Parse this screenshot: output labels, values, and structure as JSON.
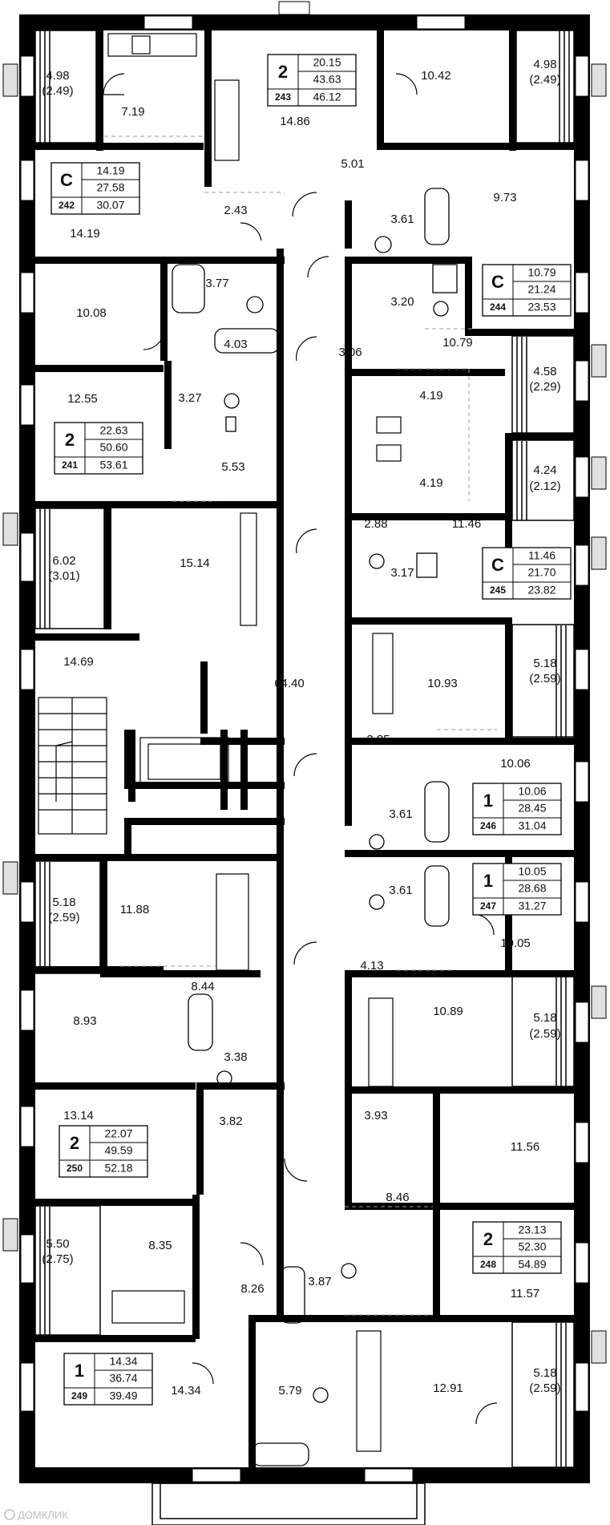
{
  "rooms": [
    {
      "label": "4.98"
    },
    {
      "label": "(2.49)"
    },
    {
      "label": "7.19"
    },
    {
      "label": "14.86"
    },
    {
      "label": "10.42"
    },
    {
      "label": "4.98"
    },
    {
      "label": "(2.49)"
    },
    {
      "label": "5.01"
    },
    {
      "label": "14.19"
    },
    {
      "label": "2.43"
    },
    {
      "label": "3.61"
    },
    {
      "label": "9.73"
    },
    {
      "label": "3.77"
    },
    {
      "label": "10.08"
    },
    {
      "label": "3.20"
    },
    {
      "label": "3.06"
    },
    {
      "label": "10.79"
    },
    {
      "label": "4.03"
    },
    {
      "label": "12.55"
    },
    {
      "label": "3.27"
    },
    {
      "label": "4.58"
    },
    {
      "label": "(2.29)"
    },
    {
      "label": "4.19"
    },
    {
      "label": "4.19"
    },
    {
      "label": "4.24"
    },
    {
      "label": "(2.12)"
    },
    {
      "label": "5.53"
    },
    {
      "label": "6.02"
    },
    {
      "label": "(3.01)"
    },
    {
      "label": "15.14"
    },
    {
      "label": "2.88"
    },
    {
      "label": "11.46"
    },
    {
      "label": "3.17"
    },
    {
      "label": "14.69"
    },
    {
      "label": "64.40"
    },
    {
      "label": "10.93"
    },
    {
      "label": "5.18"
    },
    {
      "label": "(2.59)"
    },
    {
      "label": "3.85"
    },
    {
      "label": "10.06"
    },
    {
      "label": "3.61"
    },
    {
      "label": "5.18"
    },
    {
      "label": "(2.59)"
    },
    {
      "label": "11.88"
    },
    {
      "label": "3.61"
    },
    {
      "label": "10.05"
    },
    {
      "label": "8.44"
    },
    {
      "label": "4.13"
    },
    {
      "label": "8.93"
    },
    {
      "label": "3.38"
    },
    {
      "label": "10.89"
    },
    {
      "label": "5.18"
    },
    {
      "label": "(2.59)"
    },
    {
      "label": "13.14"
    },
    {
      "label": "3.82"
    },
    {
      "label": "3.93"
    },
    {
      "label": "11.56"
    },
    {
      "label": "5.50"
    },
    {
      "label": "(2.75)"
    },
    {
      "label": "8.35"
    },
    {
      "label": "8.46"
    },
    {
      "label": "8.26"
    },
    {
      "label": "3.87"
    },
    {
      "label": "11.57"
    },
    {
      "label": "14.34"
    },
    {
      "label": "5.79"
    },
    {
      "label": "12.91"
    },
    {
      "label": "5.18"
    },
    {
      "label": "(2.59)"
    }
  ],
  "badges": [
    {
      "type": "2",
      "number": "243",
      "a1": "20.15",
      "a2": "43.63",
      "a3": "46.12"
    },
    {
      "type": "С",
      "number": "242",
      "a1": "14.19",
      "a2": "27.58",
      "a3": "30.07"
    },
    {
      "type": "С",
      "number": "244",
      "a1": "10.79",
      "a2": "21.24",
      "a3": "23.53"
    },
    {
      "type": "2",
      "number": "241",
      "a1": "22.63",
      "a2": "50.60",
      "a3": "53.61"
    },
    {
      "type": "С",
      "number": "245",
      "a1": "11.46",
      "a2": "21.70",
      "a3": "23.82"
    },
    {
      "type": "1",
      "number": "246",
      "a1": "10.06",
      "a2": "28.45",
      "a3": "31.04"
    },
    {
      "type": "1",
      "number": "247",
      "a1": "10.05",
      "a2": "28.68",
      "a3": "31.27"
    },
    {
      "type": "2",
      "number": "250",
      "a1": "22.07",
      "a2": "49.59",
      "a3": "52.18"
    },
    {
      "type": "2",
      "number": "248",
      "a1": "23.13",
      "a2": "52.30",
      "a3": "54.89"
    },
    {
      "type": "1",
      "number": "249",
      "a1": "14.34",
      "a2": "36.74",
      "a3": "39.49"
    }
  ],
  "watermark": "ДОМКЛИК",
  "colors": {
    "wall": "#000000",
    "background": "#ffffff",
    "dash": "#9e9e9e"
  }
}
